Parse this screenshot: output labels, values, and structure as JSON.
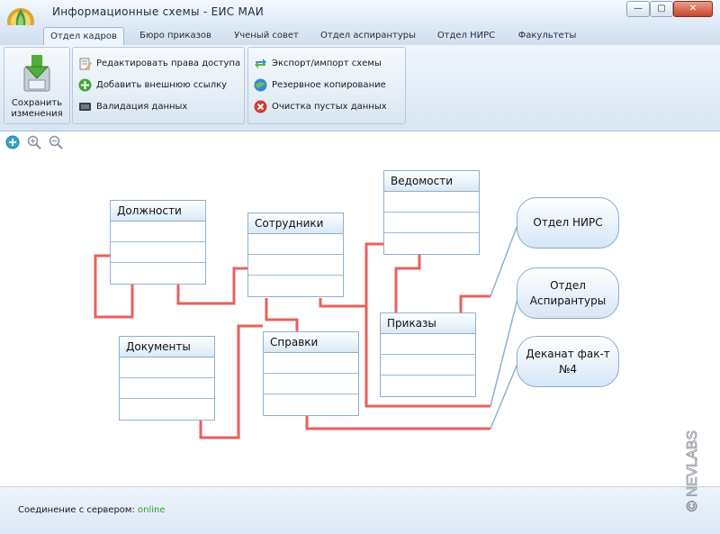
{
  "app": {
    "title": "Информационные схемы - ЕИС МАИ"
  },
  "window_controls": {
    "minimize": "—",
    "maximize": "▢",
    "close": "✕"
  },
  "tabs": [
    {
      "label": "Отдел кадров",
      "active": true
    },
    {
      "label": "Бюро приказов"
    },
    {
      "label": "Ученый совет"
    },
    {
      "label": "Отдел аспирантуры"
    },
    {
      "label": "Отдел НИРС"
    },
    {
      "label": "Факультеты"
    }
  ],
  "ribbon": {
    "save": {
      "line1": "Сохранить",
      "line2": "изменения",
      "icon": "save-icon"
    },
    "group2": [
      {
        "label": "Редактировать права доступа",
        "icon": "edit-rights-icon"
      },
      {
        "label": "Добавить внешнюю ссылку",
        "icon": "add-link-icon"
      },
      {
        "label": "Валидация данных",
        "icon": "validate-icon"
      }
    ],
    "group3": [
      {
        "label": "Экспорт/импорт схемы",
        "icon": "export-import-icon"
      },
      {
        "label": "Резервное копирование",
        "icon": "backup-icon"
      },
      {
        "label": "Очистка пустых данных",
        "icon": "clear-icon"
      }
    ]
  },
  "zoom_tools": [
    "zoom-fit-icon",
    "zoom-in-icon",
    "zoom-out-icon"
  ],
  "diagram": {
    "entities": [
      {
        "id": "dolzhnosti",
        "title": "Должности",
        "rows": 3
      },
      {
        "id": "sotrudniki",
        "title": "Сотрудники",
        "rows": 3
      },
      {
        "id": "vedomosti",
        "title": "Ведомости",
        "rows": 3
      },
      {
        "id": "dokumenty",
        "title": "Документы",
        "rows": 3
      },
      {
        "id": "spravki",
        "title": "Справки",
        "rows": 3
      },
      {
        "id": "prikazy",
        "title": "Приказы",
        "rows": 3
      }
    ],
    "departments": [
      {
        "id": "nirs",
        "label": "Отдел НИРС"
      },
      {
        "id": "aspirantura",
        "label": "Отдел Аспирантуры"
      },
      {
        "id": "dekanat",
        "label": "Деканат фак-т №4"
      }
    ],
    "link_color": "#e8605a",
    "dept_link_color": "#8eb0cc"
  },
  "status": {
    "label": "Соединение с сервером:",
    "value": "online",
    "value_color": "#2ea02e"
  },
  "watermark": "© NEVLABS"
}
